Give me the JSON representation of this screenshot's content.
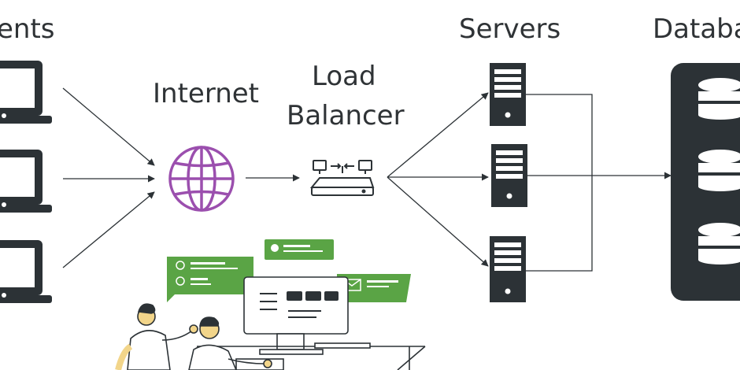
{
  "labels": {
    "clients": "ents",
    "internet": "Internet",
    "load_balancer_line1": "Load",
    "load_balancer_line2": "Balancer",
    "servers": "Servers",
    "databases": "Databa"
  },
  "colors": {
    "dark": "#2c3236",
    "globe": "#9b4fae",
    "green": "#5aa445",
    "skin": "#f2d58a",
    "line": "#2c3236"
  },
  "icons": {
    "client": "laptop-icon",
    "internet": "globe-icon",
    "load_balancer": "load-balancer-icon",
    "server": "server-tower-icon",
    "database": "database-cylinder-icon"
  }
}
